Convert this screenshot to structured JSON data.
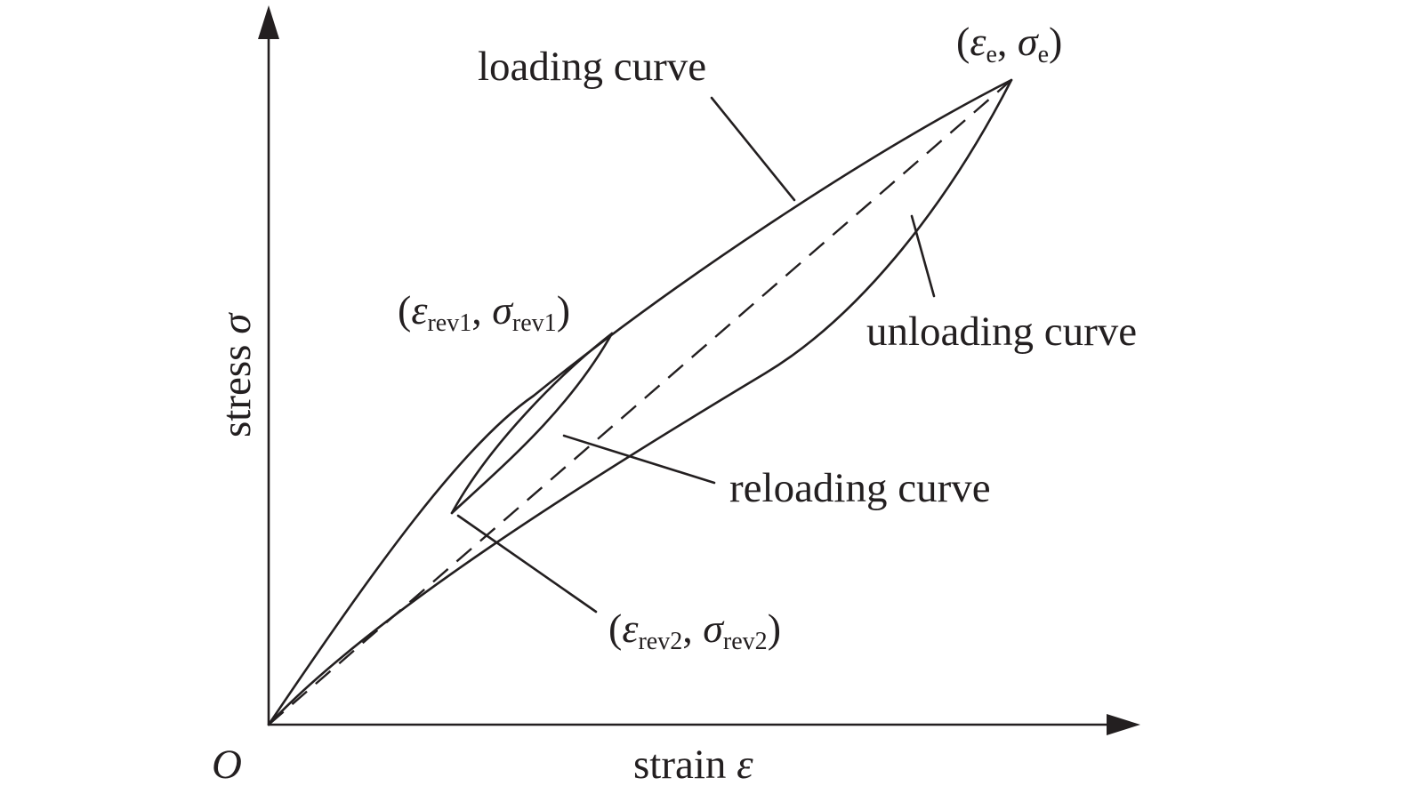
{
  "diagram": {
    "axes": {
      "x_label": "strain ",
      "x_symbol": "ε",
      "y_label": "stress ",
      "y_symbol": "σ",
      "origin_label": "O"
    },
    "curve_labels": {
      "loading": "loading curve",
      "unloading": "unloading curve",
      "reloading": "reloading curve"
    },
    "points": {
      "end": {
        "eps": "ε",
        "eps_sub": "e",
        "sig": "σ",
        "sig_sub": "e"
      },
      "rev1": {
        "eps": "ε",
        "eps_sub": "rev1",
        "sig": "σ",
        "sig_sub": "rev1"
      },
      "rev2": {
        "eps": "ε",
        "eps_sub": "rev2",
        "sig": "σ",
        "sig_sub": "rev2"
      }
    },
    "colors": {
      "ink": "#231f20",
      "background": "#ffffff"
    }
  }
}
